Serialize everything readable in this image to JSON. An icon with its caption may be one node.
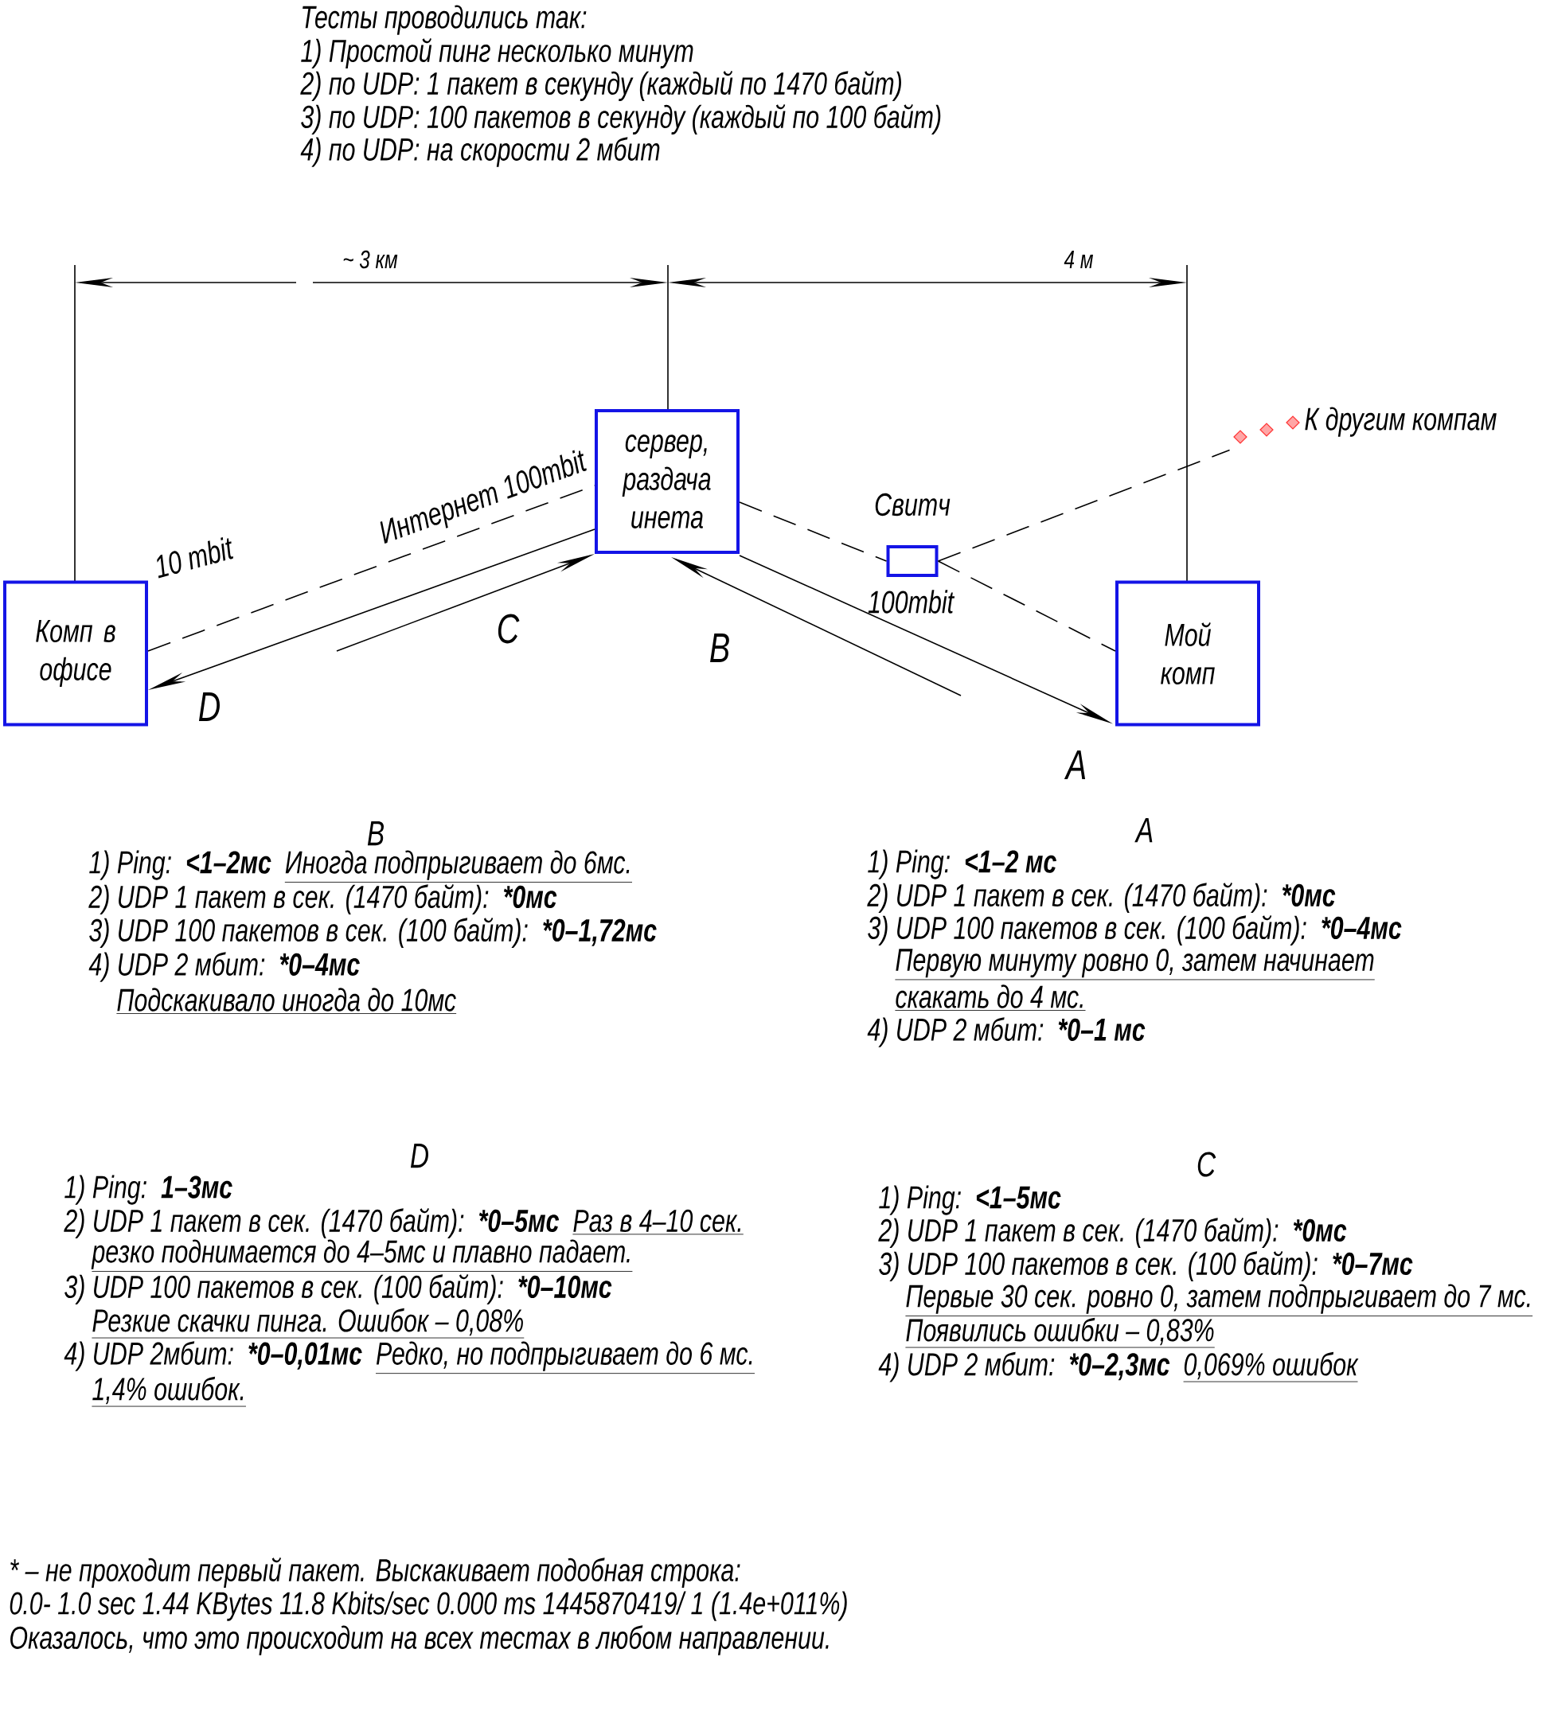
{
  "diagram": {
    "nodes": [
      {
        "text": [
          "Комп в офисе"
        ]
      },
      {
        "text": [
          "сервер, раздача инета"
        ]
      },
      {
        "text": [
          "Мой комп"
        ]
      },
      {
        "text": [],
        "shape": "box",
        "beside": [
          "Свитч"
        ]
      },
      {
        "text": [
          "К другим компам"
        ]
      }
    ],
    "edges": [
      {
        "from": 0,
        "to": 1,
        "arrow": "none",
        "style": "dashed",
        "label": "Интернет 100mbit"
      },
      {
        "from": 1,
        "to": 3,
        "arrow": "none",
        "style": "dashed"
      },
      {
        "from": 3,
        "to": 2,
        "arrow": "none",
        "style": "dashed"
      },
      {
        "from": 3,
        "to": 4,
        "arrow": "none",
        "style": "dashed"
      },
      {
        "from": 1,
        "to": 2,
        "arrow": "to",
        "label": "A"
      },
      {
        "from": null,
        "to": 1,
        "arrow": "to",
        "label": "B"
      },
      {
        "from": null,
        "to": 1,
        "arrow": "to",
        "label": "C"
      },
      {
        "from": 1,
        "to": 0,
        "arrow": "to",
        "label": "D"
      }
    ],
    "labels": [
      "Тесты проводились так:",
      "1) Простой пинг несколько минут",
      "2) по UDP: 1 пакет в секунду (каждый по 1470 байт)",
      "3) по UDP: 100 пакетов в секунду (каждый по 100 байт)",
      "4) по UDP: на скорости 2 мбит",
      "~ 3 км",
      "4 м",
      "10 mbit",
      "100mbit",
      "B",
      "1) Ping:",
      "<1–2мс",
      "Иногда подпрыгивает до 6мс.",
      "2) UDP 1 пакет в сек. (1470 байт):",
      "*0мс",
      "3) UDP 100 пакетов в сек. (100 байт):",
      "*0–1,72мс",
      "4) UDP 2 мбит:",
      "*0–4мс",
      "Подскакивало иногда до 10мс",
      "A",
      "1) Ping:",
      "<1–2 мс",
      "2) UDP 1 пакет в сек. (1470 байт):",
      "*0мс",
      "3) UDP 100 пакетов в сек. (100 байт):",
      "*0–4мс",
      "Первую минуту ровно 0, затем начинает",
      "скакать до 4 мс.",
      "4) UDP 2 мбит:",
      "*0–1 мс",
      "D",
      "1) Ping:",
      "1–3мс",
      "2) UDP 1 пакет в сек. (1470 байт):",
      "*0–5мс",
      "Раз в 4–10 сек.",
      "резко поднимается до 4–5мс и плавно падает.",
      "3) UDP 100 пакетов в сек. (100 байт):",
      "*0–10мс",
      "Резкие скачки пинга. Ошибок – 0,08%",
      "4) UDP 2мбит:",
      "*0–0,01мс",
      "Редко, но подпрыгивает до 6 мс.",
      "1,4% ошибок.",
      "C",
      "1) Ping:",
      "<1–5мс",
      "2) UDP 1 пакет в сек. (1470 байт):",
      "*0мс",
      "3) UDP 100 пакетов в сек. (100 байт):",
      "*0–7мс",
      "Первые 30 сек. ровно 0, затем подпрыгивает до 7 мс.",
      "Появились ошибки – 0,83%",
      "4) UDP 2 мбит:",
      "*0–2,3мс",
      "0,069% ошибок",
      "* – не проходит первый пакет. Выскакивает подобная строка:",
      "0.0- 1.0 sec 1.44 KBytes 11.8 Kbits/sec 0.000 ms 1445870419/ 1 (1.4e+011%)",
      "Оказалось, что это происходит на всех тестах в любом направлении."
    ]
  }
}
